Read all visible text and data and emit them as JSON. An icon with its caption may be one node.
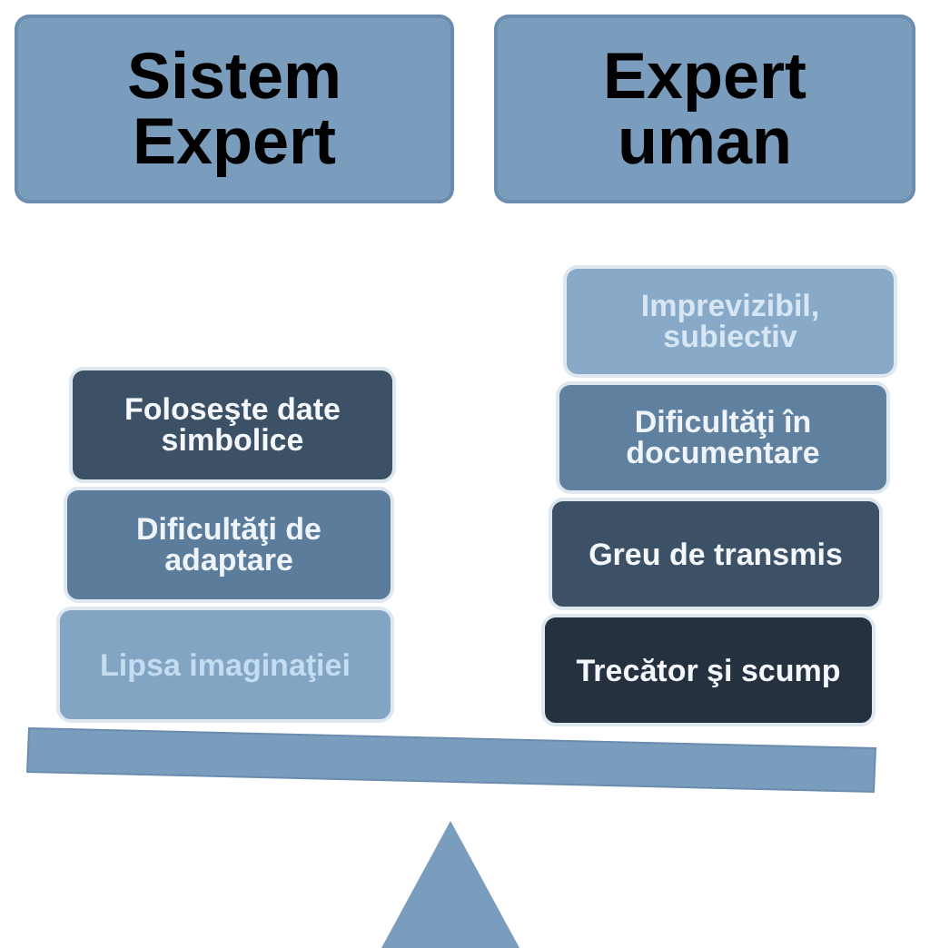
{
  "diagram": {
    "nodes": [
      {
        "text": [
          "Sistem Expert"
        ]
      },
      {
        "text": [
          "Expert uman"
        ]
      },
      {
        "text": [
          "Foloseşte date simbolice"
        ]
      },
      {
        "text": [
          "Dificultăţi de adaptare"
        ]
      },
      {
        "text": [
          "Lipsa imaginaţiei"
        ]
      },
      {
        "text": [
          "Imprevizibil, subiectiv"
        ]
      },
      {
        "text": [
          "Dificultăţi în documentare"
        ]
      },
      {
        "text": [
          "Greu de transmis"
        ]
      },
      {
        "text": [
          "Trecător şi scump"
        ]
      }
    ]
  }
}
